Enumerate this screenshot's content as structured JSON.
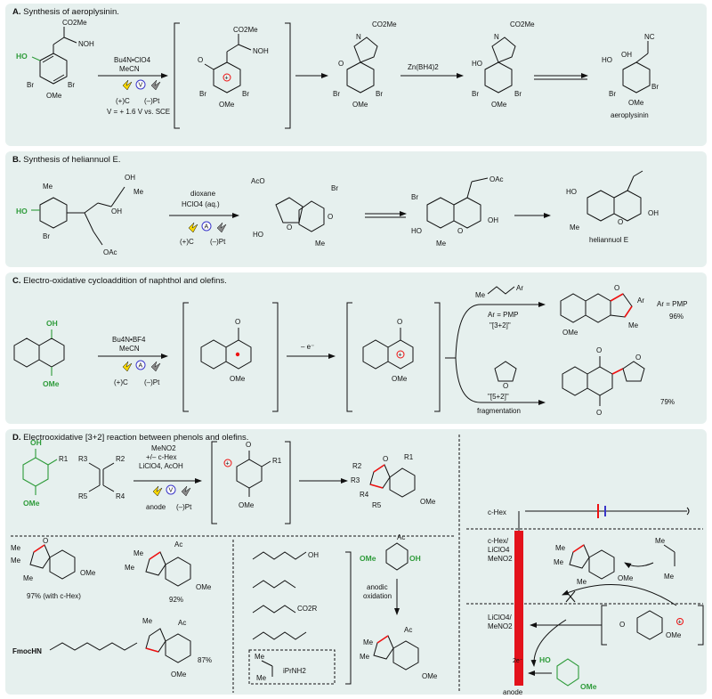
{
  "panels": {
    "a": {
      "letter": "A.",
      "title": "Synthesis of aeroplysinin."
    },
    "b": {
      "letter": "B.",
      "title": "Synthesis of heliannuol E."
    },
    "c": {
      "letter": "C.",
      "title": "Electro-oxidative cycloaddition of naphthol and olefins."
    },
    "d": {
      "letter": "D.",
      "title": "Electrooxidative [3+2] reaction between phenols and olefins."
    }
  },
  "a": {
    "co2me": "CO2Me",
    "noh": "NOH",
    "ho": "HO",
    "br": "Br",
    "ome": "OMe",
    "reagent1": "Bu4N•ClO4",
    "reagent2": "MeCN",
    "anode": "(+)C",
    "cathode": "(–)Pt",
    "mode": "V",
    "potential": "V = + 1.6 V vs. SCE",
    "o": "O",
    "n": "N",
    "ho2": "HO",
    "reagent3": "Zn(BH4)2",
    "nc": "NC",
    "hoho": "HO",
    "oh": "OH",
    "product": "aeroplysinin"
  },
  "b": {
    "me": "Me",
    "oh": "OH",
    "ho": "HO",
    "br": "Br",
    "oac": "OAc",
    "aco": "AcO",
    "reagent1": "dioxane",
    "reagent2": "HClO4 (aq.)",
    "anode": "(+)C",
    "cathode": "(–)Pt",
    "mode": "A",
    "o": "O",
    "product": "heliannuol E"
  },
  "c": {
    "oh": "OH",
    "ome": "OMe",
    "reagent1": "Bu4N•BF4",
    "reagent2": "MeCN",
    "anode": "(+)C",
    "cathode": "(–)Pt",
    "mode": "A",
    "e": "– e⁻",
    "o": "O",
    "ar": "Ar",
    "me": "Me",
    "arpmp": "Ar = PMP",
    "arpmp2": "Ar = PMP",
    "cyclo32": "\"[3+2]\"",
    "cyclo52": "\"[5+2]\"",
    "frag": "fragmentation",
    "yield1": "96%",
    "yield2": "79%"
  },
  "d": {
    "oh": "OH",
    "r1": "R1",
    "ome": "OMe",
    "r2": "R2",
    "r3": "R3",
    "r4": "R4",
    "r5": "R5",
    "reagent1": "MeNO2",
    "reagent2": "+/– c-Hex",
    "reagent3": "LiClO4, AcOH",
    "anode": "anode",
    "cathode": "(–)Pt",
    "mode": "V",
    "o": "O",
    "me": "Me",
    "ac": "Ac",
    "yield1": "97% (with c-Hex)",
    "yield2": "92%",
    "yield3": "87%",
    "fmoc": "FmocHN",
    "co2r": "CO2R",
    "oh2": "OH",
    "ipr": "iPrNH2",
    "anodic1": "anodic",
    "anodic2": "oxidation",
    "chex": "c-Hex",
    "layer2a": "c-Hex/",
    "layer2b": "LiClO4",
    "layer2c": "MeNO2",
    "layer3a": "LiClO4/",
    "layer3b": "MeNO2",
    "twoe": "2e⁻",
    "ho": "HO"
  }
}
